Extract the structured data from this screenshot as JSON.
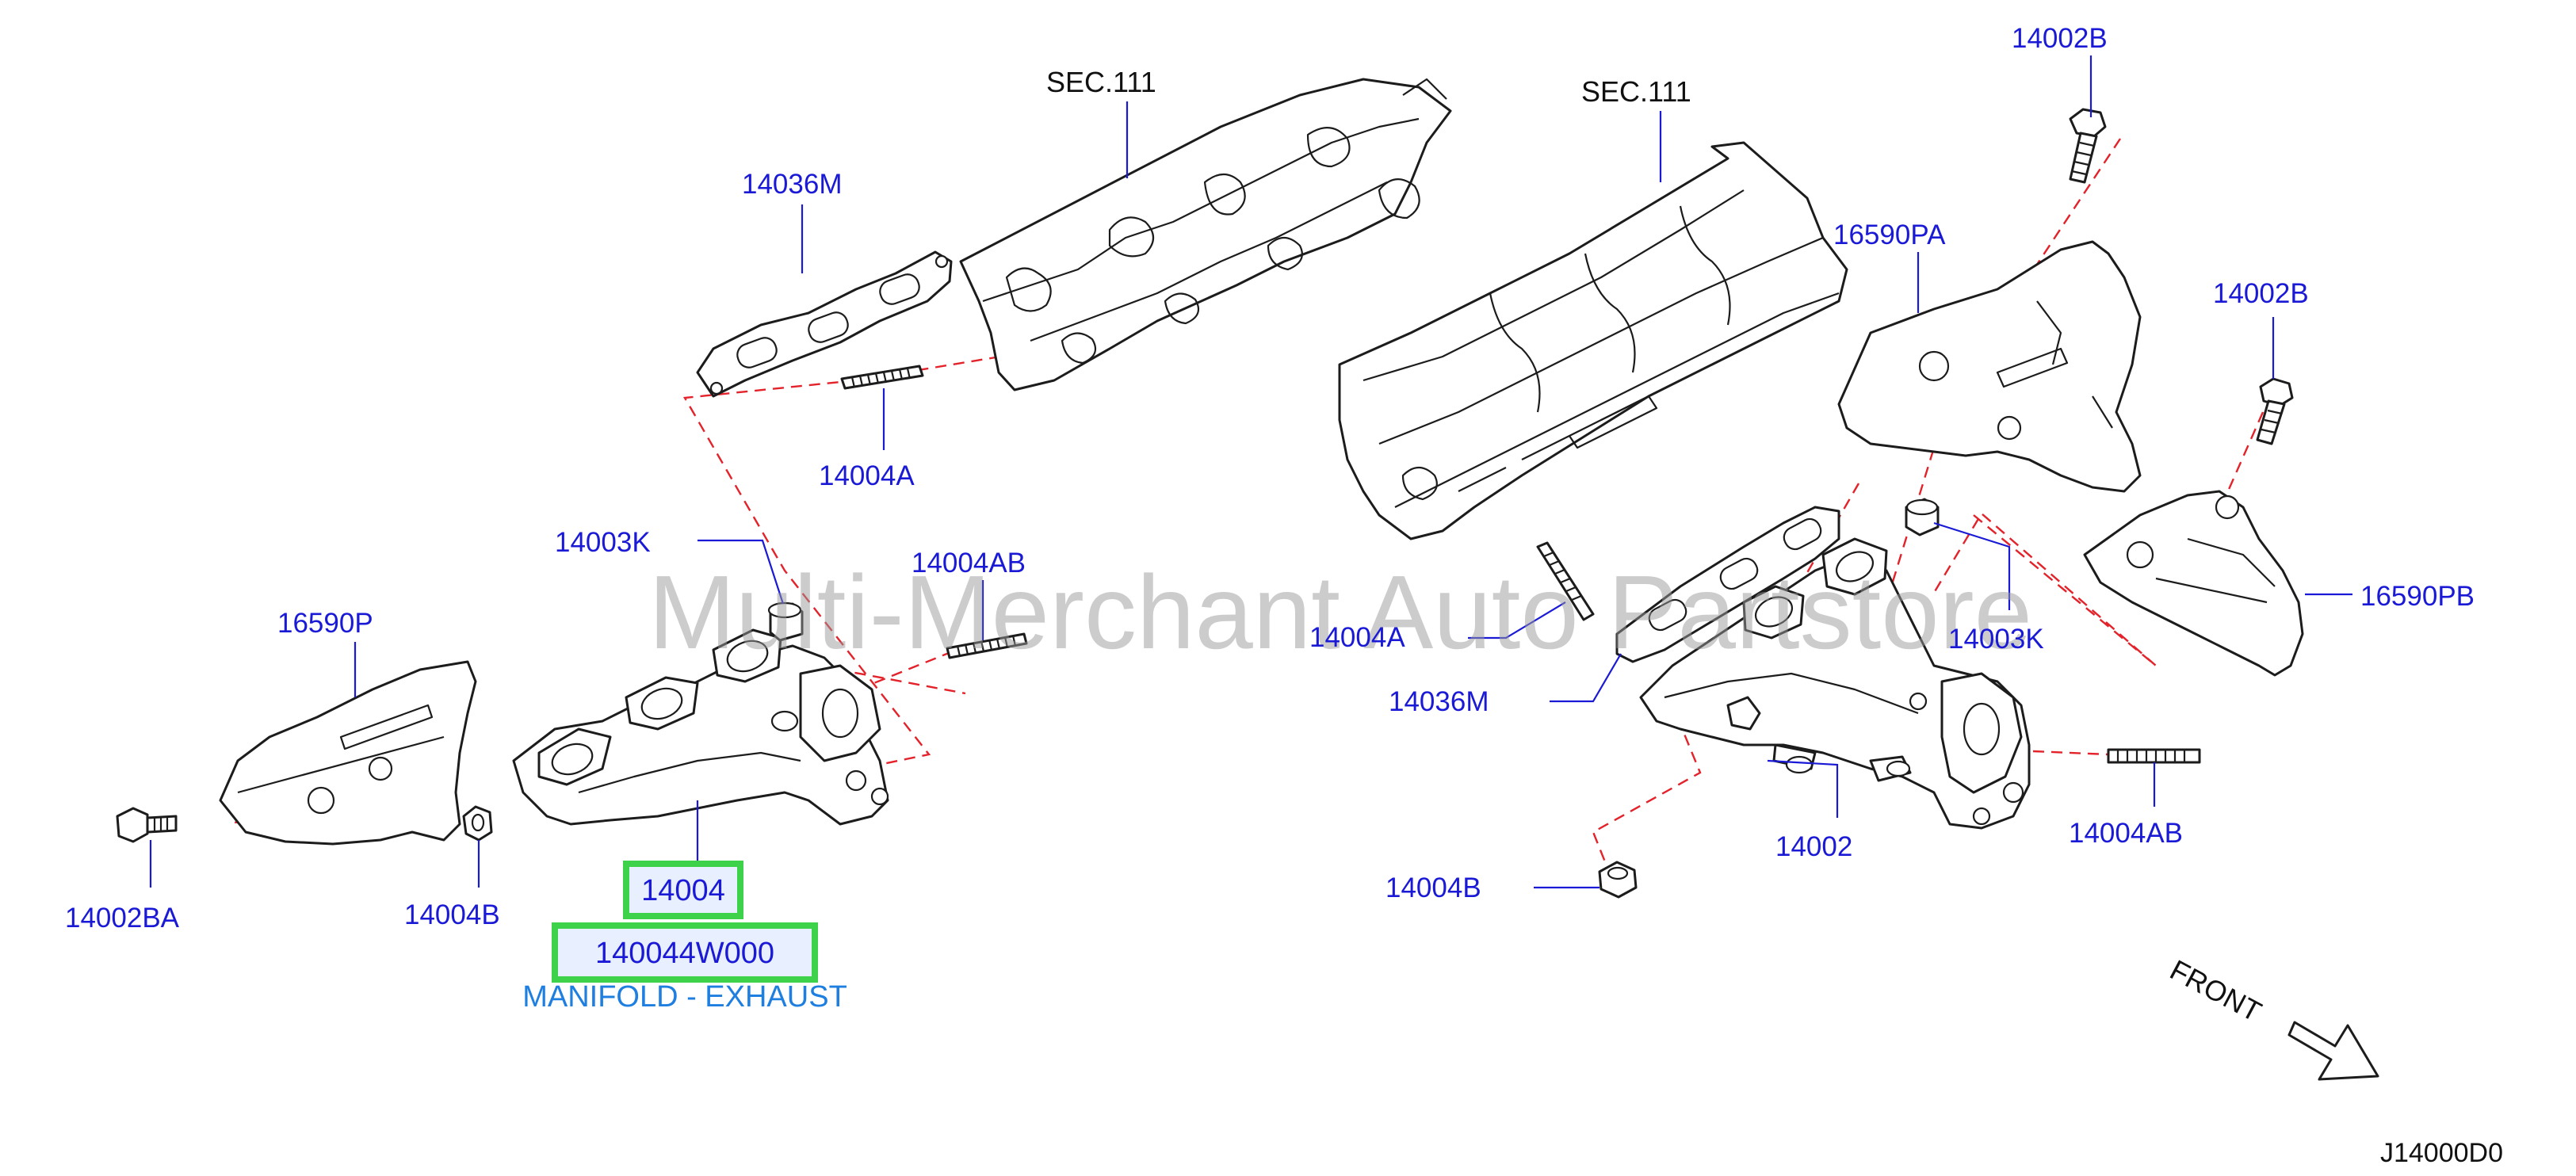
{
  "watermark": "Multi-Merchant Auto Partstore",
  "diagram_code": "J14000D0",
  "front_label": "FRONT",
  "highlight": {
    "part_number": "14004",
    "oem_number": "140044W000",
    "description": "MANIFOLD - EXHAUST",
    "box_color": "#3ed24a"
  },
  "section_refs": {
    "left": "SEC.111",
    "right": "SEC.111"
  },
  "labels": {
    "p14036m_left": "14036M",
    "p14004a_left": "14004A",
    "p14003k_left": "14003K",
    "p14004ab_left": "14004AB",
    "p16590p": "16590P",
    "p14002ba": "14002BA",
    "p14004b_left": "14004B",
    "p14002b_top": "14002B",
    "p16590pa": "16590PA",
    "p14002b_right": "14002B",
    "p16590pb": "16590PB",
    "p14003k_right": "14003K",
    "p14004a_right": "14004A",
    "p14036m_right": "14036M",
    "p14002": "14002",
    "p14004ab_right": "14004AB",
    "p14004b_right": "14004B"
  },
  "colors": {
    "label": "#1a1ad6",
    "leader": "#1a1ad6",
    "dashed_line": "#e3222a",
    "caption": "#1e7fe0"
  }
}
